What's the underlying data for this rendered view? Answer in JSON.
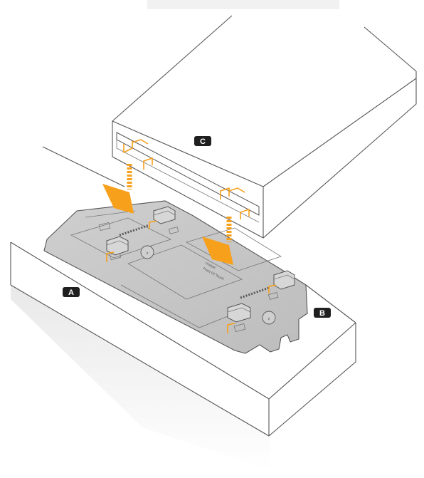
{
  "labels": {
    "a": "A",
    "b": "B",
    "c": "C"
  },
  "plate_text": {
    "line1": "Point Of Touch",
    "line2": "Unique"
  },
  "colors": {
    "accent": "#f7a01c",
    "badge": "#1f1f1f",
    "plate": "#c9c9c9"
  },
  "icons": {
    "plate_logo": "brand-logo-icon",
    "arrow": "down-arrow-icon"
  }
}
